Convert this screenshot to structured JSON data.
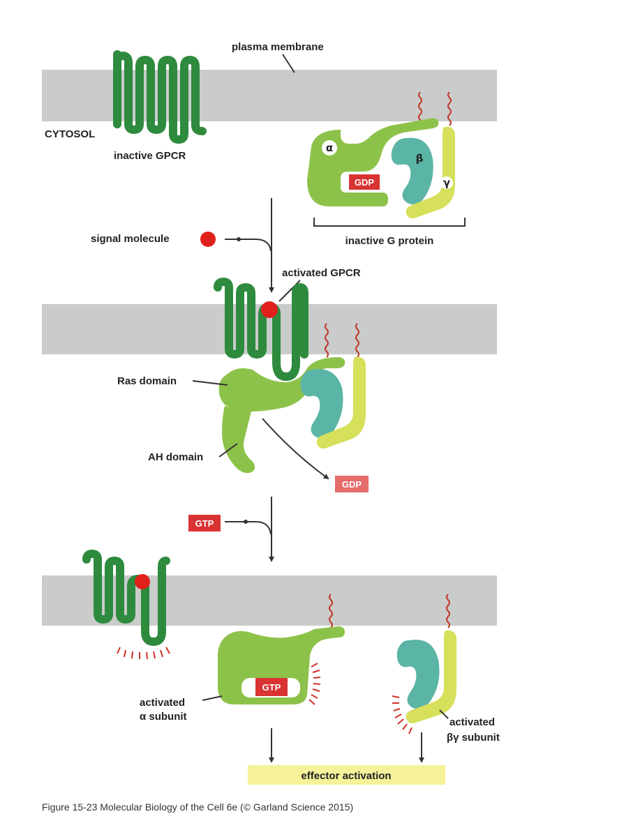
{
  "labels": {
    "plasma_membrane": "plasma membrane",
    "cytosol": "CYTOSOL",
    "inactive_gpcr": "inactive GPCR",
    "alpha": "α",
    "beta": "β",
    "gamma": "γ",
    "gdp": "GDP",
    "inactive_g_protein": "inactive G protein",
    "signal_molecule": "signal molecule",
    "activated_gpcr": "activated GPCR",
    "ras_domain": "Ras domain",
    "ah_domain": "AH domain",
    "gtp": "GTP",
    "activated_alpha_line1": "activated",
    "activated_alpha_line2": "α subunit",
    "activated_bg_line1": "activated",
    "activated_bg_line2": "βγ subunit",
    "effector_activation": "effector activation"
  },
  "caption": "Figure 15-23 Molecular Biology of the Cell 6e (© Garland Science 2015)",
  "colors": {
    "membrane": "#c9cccb",
    "gpcr": "#2e8b3e",
    "alpha_subunit": "#8dc24a",
    "beta_subunit": "#5bb5a6",
    "gamma_subunit": "#d6e05a",
    "signal": "#e0201b",
    "gdp_gtp_box": "#d93333",
    "effector_box": "#f6f29a",
    "activation_burst": "#d0302a",
    "lipid_anchor": "#c0392b",
    "text": "#222222"
  }
}
